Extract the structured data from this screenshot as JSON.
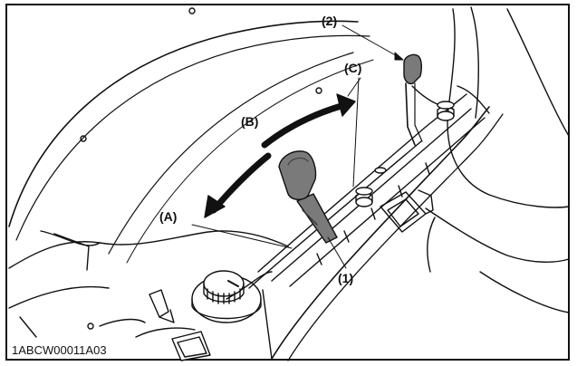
{
  "figure": {
    "id_text": "1ABCW00011A03",
    "callouts": [
      {
        "key": "A",
        "text": "(A)"
      },
      {
        "key": "B",
        "text": "(B)"
      },
      {
        "key": "C",
        "text": "(C)"
      },
      {
        "key": "1",
        "text": "(1)"
      },
      {
        "key": "2",
        "text": "(2)"
      }
    ]
  },
  "colors": {
    "line": "#111111",
    "lever_fill": "#7a7a7a",
    "lever_dark": "#4a4a4a",
    "background": "#ffffff"
  }
}
